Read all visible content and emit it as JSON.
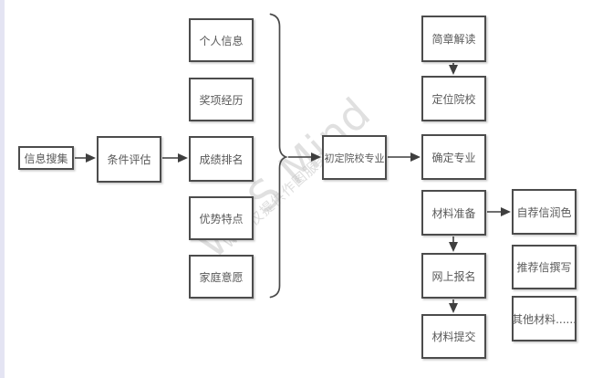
{
  "watermark": {
    "brand": "WPS Mind",
    "notice": "WPS仅提供作图服务"
  },
  "colors": {
    "background": "#ffffff",
    "left_strip": "#e4e4f3",
    "node_border": "#4c4c4c",
    "node_text": "#595959",
    "connector": "#3f3f3f",
    "watermark": "#c3c3c3"
  },
  "nodes": {
    "info_collect": {
      "label": "信息搜集"
    },
    "condition_eval": {
      "label": "条件评估"
    },
    "personal_info": {
      "label": "个人信息"
    },
    "awards": {
      "label": "奖项经历"
    },
    "grade_rank": {
      "label": "成绩排名"
    },
    "strengths": {
      "label": "优势特点"
    },
    "family_wish": {
      "label": "家庭意愿"
    },
    "initial_school": {
      "label": "初定院校专业"
    },
    "brochure": {
      "label": "简章解读"
    },
    "locate_school": {
      "label": "定位院校"
    },
    "confirm_major": {
      "label": "确定专业"
    },
    "material_prep": {
      "label": "材料准备"
    },
    "online_signup": {
      "label": "网上报名"
    },
    "material_submit": {
      "label": "材料提交"
    },
    "self_letter": {
      "label": "自荐信润色"
    },
    "rec_letter": {
      "label": "推荐信撰写"
    },
    "other_materials": {
      "label": "其他材料......"
    }
  },
  "brace_groups": [
    {
      "members": [
        "personal_info",
        "awards",
        "grade_rank",
        "strengths",
        "family_wish"
      ],
      "points_to": "initial_school"
    }
  ],
  "edges": [
    {
      "from": "info_collect",
      "to": "condition_eval"
    },
    {
      "from": "condition_eval",
      "to": "grade_rank"
    },
    {
      "from": "brace_group",
      "to": "initial_school"
    },
    {
      "from": "initial_school",
      "to": "confirm_major"
    },
    {
      "from": "brochure",
      "to": "locate_school"
    },
    {
      "from": "material_prep",
      "to": "online_signup"
    },
    {
      "from": "online_signup",
      "to": "material_submit"
    },
    {
      "from": "material_prep",
      "to": "self_letter"
    }
  ]
}
